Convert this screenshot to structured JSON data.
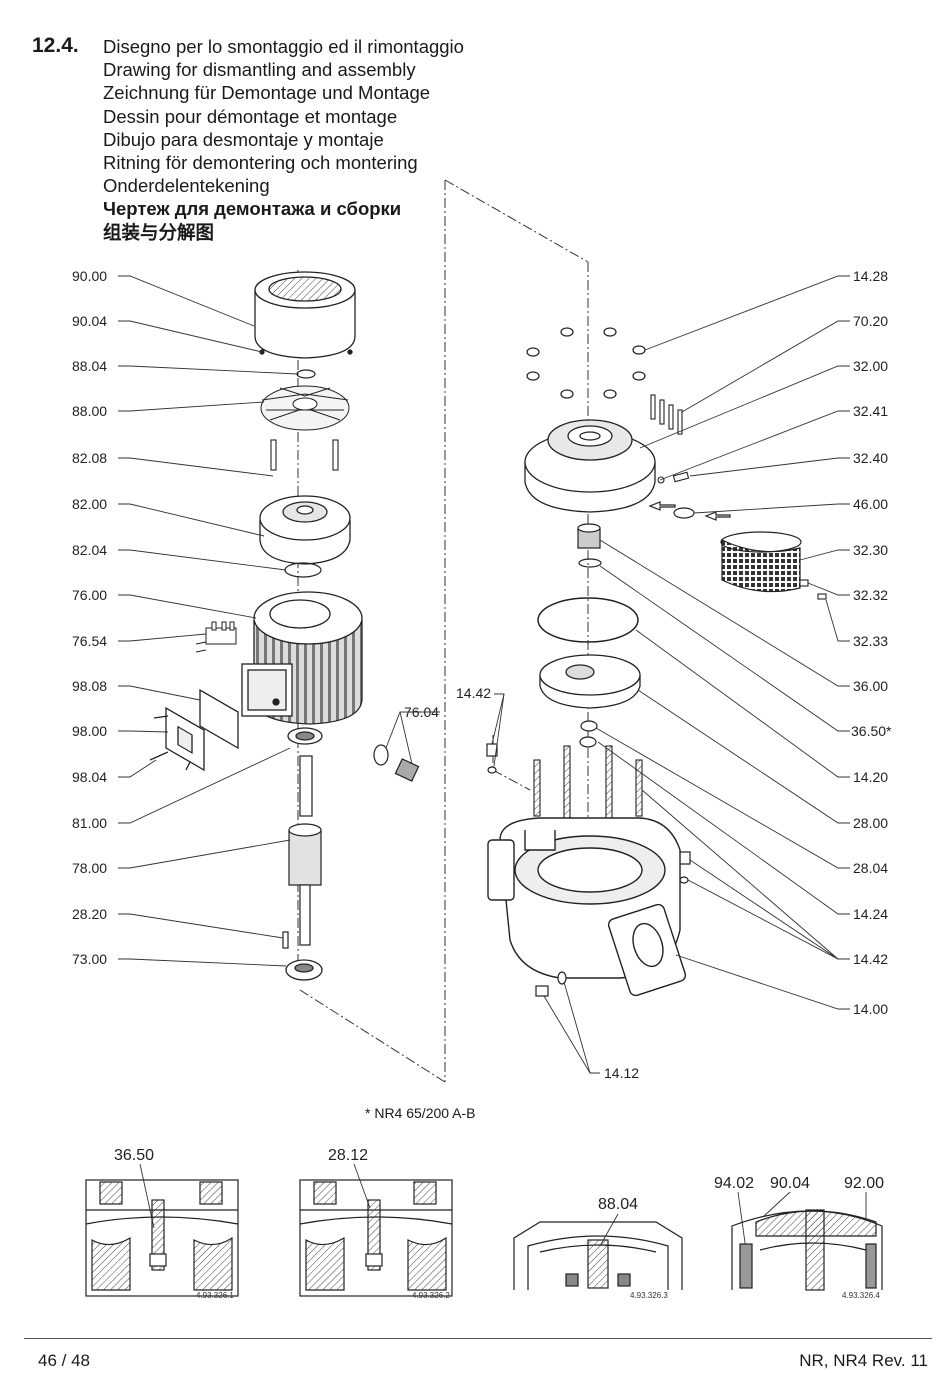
{
  "section": {
    "number": "12.4.",
    "titles": [
      "Disegno per lo smontaggio ed il rimontaggio",
      "Drawing for dismantling and assembly",
      "Zeichnung für Demontage und Montage",
      "Dessin pour démontage et montage",
      "Dibujo para desmontaje y montaje",
      "Ritning för demontering och montering",
      "Onderdelentekening",
      "Чертеж для демонтажа и сборки",
      "组装与分解图"
    ]
  },
  "left_labels": [
    "90.00",
    "90.04",
    "88.04",
    "88.00",
    "82.08",
    "82.00",
    "82.04",
    "76.00",
    "76.54",
    "98.08",
    "98.00",
    "98.04",
    "81.00",
    "78.00",
    "28.20",
    "73.00"
  ],
  "right_labels": [
    "14.28",
    "70.20",
    "32.00",
    "32.41",
    "32.40",
    "46.00",
    "32.30",
    "32.32",
    "32.33",
    "36.00",
    "36.50*",
    "14.20",
    "28.00",
    "28.04",
    "14.24",
    "14.42",
    "14.00"
  ],
  "middle_labels": {
    "cable_gland": "76.04",
    "upper_plug": "14.42",
    "drain_plug": "14.12"
  },
  "note": "* NR4  65/200 A-B",
  "insets": [
    {
      "label": "36.50",
      "ref": "4.93.326.1"
    },
    {
      "label": "28.12",
      "ref": "4.93.326.2"
    },
    {
      "label": "88.04",
      "ref": "4.93.326.3"
    },
    {
      "labels": [
        "94.02",
        "90.04",
        "92.00"
      ],
      "ref": "4.93.326.4"
    }
  ],
  "footer": {
    "page": "46 / 48",
    "doc": "NR, NR4 Rev. 11"
  }
}
